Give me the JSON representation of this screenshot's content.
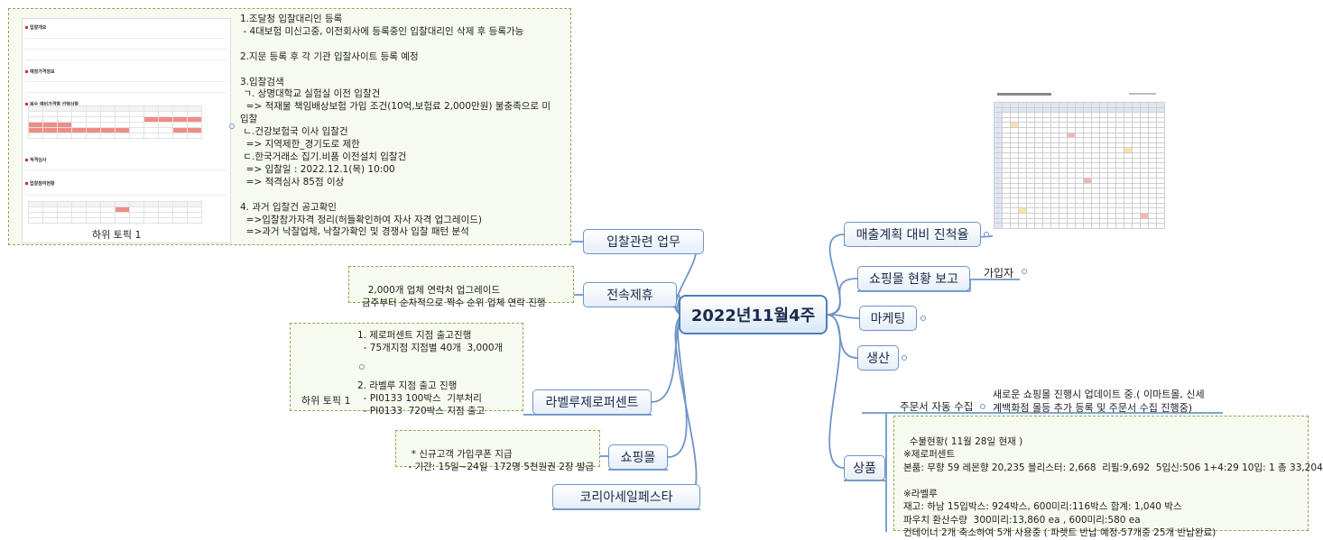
{
  "center": {
    "label": "2022년11월4주"
  },
  "branches": {
    "bid": {
      "label": "입찰관련 업무"
    },
    "alliance": {
      "label": "전속제휴"
    },
    "label_zero": {
      "label": "라벨루제로퍼센트"
    },
    "mall": {
      "label": "쇼핑몰"
    },
    "korea_sale": {
      "label": "코리아세일페스타"
    },
    "sales_plan": {
      "label": "매출계획 대비 진척율"
    },
    "mall_report": {
      "label": "쇼핑몰 현황 보고"
    },
    "marketing": {
      "label": "마케팅"
    },
    "production": {
      "label": "생산"
    },
    "product": {
      "label": "상품"
    }
  },
  "notes": {
    "bid_text": "1.조달청 입찰대리인 등록\n - 4대보험 미신고중, 이전회사에 등록중인 입찰대리인 삭제 후 등록가능\n\n2.지문 등록 후 각 기관 입찰사이트 등록 예정\n\n3.입찰검색\n ㄱ. 상명대학교 실험실 이전 입찰건\n  => 적재물 책임배상보험 가입 조건(10억,보험료 2,000만원) 불충족으로 미\n입찰\n ㄴ.건강보험국 이사 입찰건\n  => 지역제한_경기도로 제한\n ㄷ.한국거래소 집기.비품 이전설치 입찰건\n  => 입찰일 : 2022.12.1(목) 10:00\n  => 적격심사 85점 이상\n\n4. 과거 입찰건 공고확인\n  =>입찰참가자격 정리(허들확인하여 자사 자격 업그레이드)\n  =>과거 낙찰업체, 낙찰가확인 및 경쟁사 입찰 패턴 분석",
    "bid_sub": "하위 토픽 1",
    "alliance_text": "2,000개 업체 연락처 업그레이드\n금주부터 순차적으로 짝수 순위 업체 연락 진행",
    "label_text": "1. 제로퍼센트 지점 출고진행\n  - 75개지점 지점별 40개  3,000개\n\n\n2. 라벨루 지점 출고 진행\n  - PI0133 100박스  기부처리\n  - PI0133  720박스 지점 출고",
    "label_sub": "하위 토픽 1",
    "mall_text": "* 신규고객 가입쿠폰 지급\n - 기간: 15일~24일  172명 5천원권 2장 발급",
    "product_text": "수불현황( 11월 28일 현재 )\n※제로퍼센트\n본품: 무향 59 레몬향 20,235 블리스터: 2,668  리필:9,692  5입신:506 1+4:29 10입: 1 총 33,204\n\n※라벨루\n재고: 하남 15입박스: 924박스, 600미리:116박스 합계: 1,040 박스\n파우치 환산수량  300미리:13,860 ea , 600미리:580 ea\n컨테이너 2개 축소하여 5개 사용중 ( 파렛트 반납 예정-57개중 25개 반납완료)"
  },
  "subtopics": {
    "member": "가입자",
    "auto_order": "주문서 자동 수집",
    "auto_order_note": "새로운 쇼핑몰 진행시 업데이트 중.( 이마트몰, 신세\n계백화점 몰등 추가 등록 및 주문서 수집 진행중)"
  },
  "colors": {
    "link": "#6e95c8",
    "note_border": "#8aab5a",
    "note_bg": "#f7faee",
    "topic_border": "#6e95c8"
  }
}
